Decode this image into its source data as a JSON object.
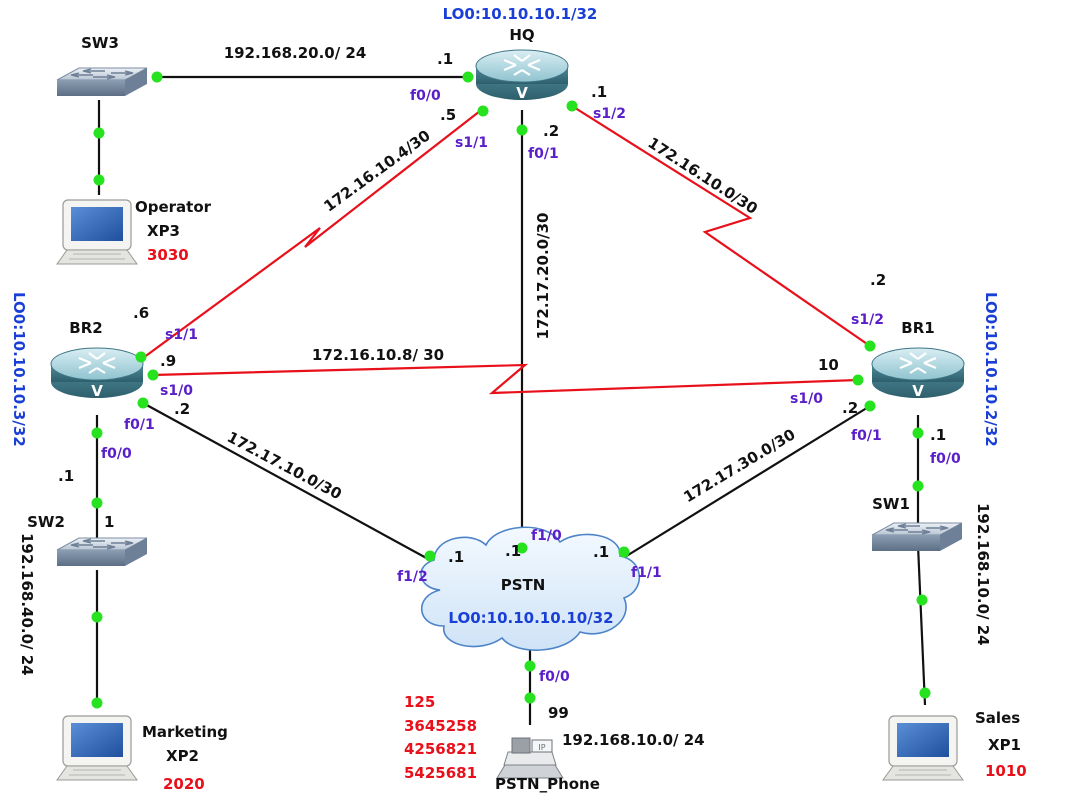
{
  "colors": {
    "ethernet": "#111111",
    "serial": "#e8101a",
    "port": "#27e21f",
    "interface": "#5a1fc9",
    "loopback": "#1a3fd6",
    "number": "#e8101a"
  },
  "devices": {
    "hq": {
      "name": "HQ",
      "loopback": "LO0:10.10.10.1/32"
    },
    "br1": {
      "name": "BR1",
      "loopback": "LO0:10.10.10.2/32"
    },
    "br2": {
      "name": "BR2",
      "loopback": "LO0:10.10.10.3/32"
    },
    "sw1": {
      "name": "SW1"
    },
    "sw2": {
      "name": "SW2"
    },
    "sw3": {
      "name": "SW3"
    },
    "pstn": {
      "name": "PSTN",
      "loopback": "LO0:10.10.10.10/32"
    },
    "operator": {
      "name": "Operator",
      "model": "XP3",
      "ext": "3030"
    },
    "marketing": {
      "name": "Marketing",
      "model": "XP2",
      "ext": "2020"
    },
    "sales": {
      "name": "Sales",
      "model": "XP1",
      "ext": "1010"
    },
    "phone": {
      "name": "PSTN_Phone",
      "numbers": [
        "125",
        "3645258",
        "4256821",
        "5425681"
      ]
    }
  },
  "networks": {
    "sw3_hq": "192.168.20.0/ 24",
    "hq_br2": "172.16.10.4/30",
    "hq_pstn": "172.17.20.0/30",
    "hq_br1": "172.16.10.0/30",
    "br2_br1": "172.16.10.8/ 30",
    "br2_pstn": "172.17.10.0/30",
    "br1_pstn": "172.17.30.0/30",
    "br2_sw2": "192.168.40.0/ 24",
    "br1_sw1": "192.168.10.0/ 24",
    "pstn_phone": "192.168.10.0/ 24"
  },
  "interfaces": {
    "hq_f00": "f0/0",
    "hq_s11": "s1/1",
    "hq_f01": "f0/1",
    "hq_s12": "s1/2",
    "br2_s11": "s1/1",
    "br2_s10": "s1/0",
    "br2_f01": "f0/1",
    "br2_f00": "f0/0",
    "br1_s12": "s1/2",
    "br1_s10": "s1/0",
    "br1_f01": "f0/1",
    "br1_f00": "f0/0",
    "pstn_f12": "f1/2",
    "pstn_f10": "f1/0",
    "pstn_f11": "f1/1",
    "pstn_f00": "f0/0"
  },
  "hosts": {
    "hq_f00": ".1",
    "hq_s11": ".5",
    "hq_f01": ".2",
    "hq_s12": ".1",
    "br2_s11": ".6",
    "br2_s10": ".9",
    "br2_f01": ".2",
    "br2_f00": ".1",
    "sw2_port": "1",
    "br1_s12": ".2",
    "br1_s10": "10",
    "br1_f01": ".2",
    "br1_f00": ".1",
    "pstn_f12": ".1",
    "pstn_f10": ".1",
    "pstn_f11": ".1",
    "pstn_f00": "99"
  }
}
